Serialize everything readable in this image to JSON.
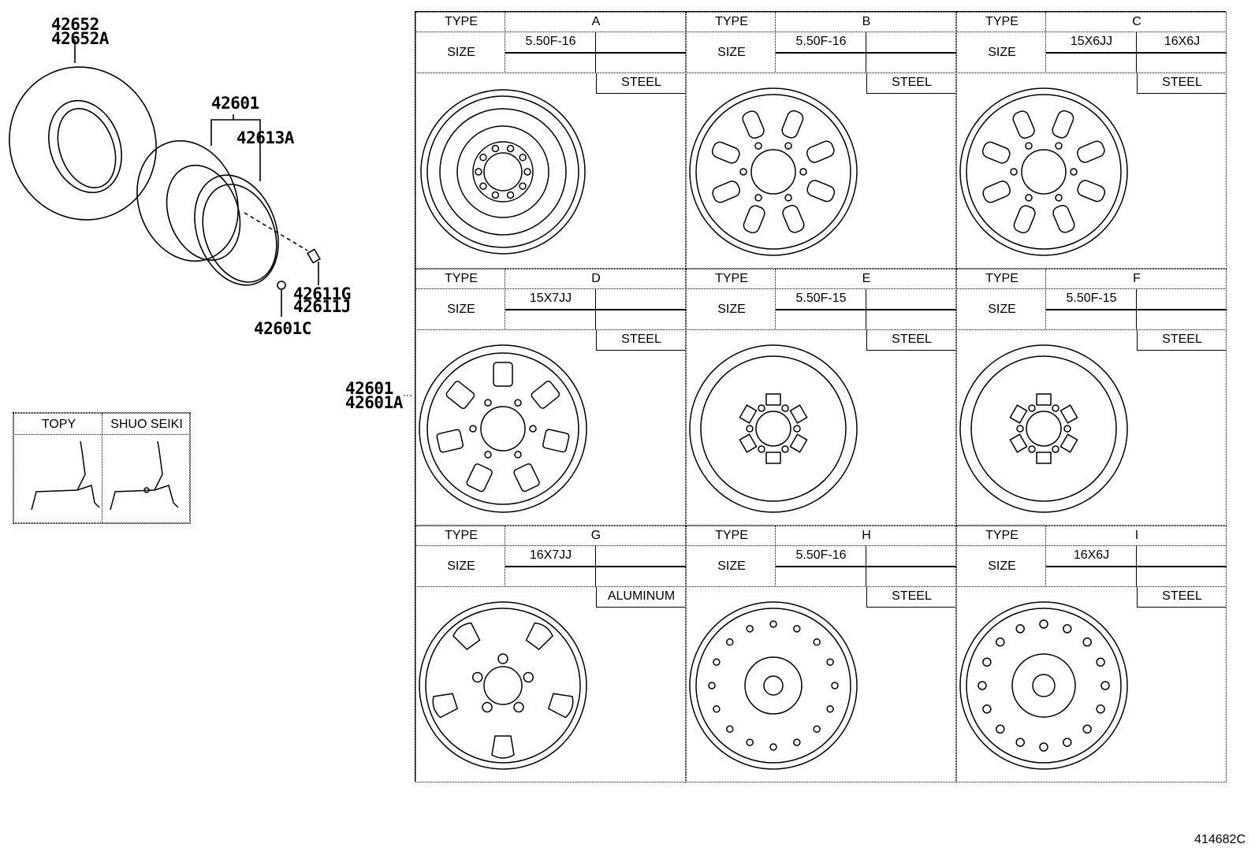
{
  "callouts": {
    "tire": [
      "42652",
      "42652A"
    ],
    "wheel": "42601",
    "rim_band": "42613A",
    "valve": [
      "42611G",
      "42611J"
    ],
    "cap": "42601C",
    "wheel_types": [
      "42601",
      "42601A"
    ]
  },
  "manufacturers": {
    "headers": [
      "TOPY",
      "SHUO SEIKI"
    ]
  },
  "table": {
    "type_label": "TYPE",
    "size_label": "SIZE",
    "panels": [
      {
        "type": "A",
        "size1": "5.50F-16",
        "size2": "",
        "material": "STEEL"
      },
      {
        "type": "B",
        "size1": "5.50F-16",
        "size2": "",
        "material": "STEEL"
      },
      {
        "type": "C",
        "size1": "15X6JJ",
        "size2": "16X6J",
        "material": "STEEL"
      },
      {
        "type": "D",
        "size1": "15X7JJ",
        "size2": "",
        "material": "STEEL"
      },
      {
        "type": "E",
        "size1": "5.50F-15",
        "size2": "",
        "material": "STEEL"
      },
      {
        "type": "F",
        "size1": "5.50F-15",
        "size2": "",
        "material": "STEEL"
      },
      {
        "type": "G",
        "size1": "16X7JJ",
        "size2": "",
        "material": "ALUMINUM"
      },
      {
        "type": "H",
        "size1": "5.50F-16",
        "size2": "",
        "material": "STEEL"
      },
      {
        "type": "I",
        "size1": "16X6J",
        "size2": "",
        "material": "STEEL"
      }
    ]
  },
  "diagram_code": "414682C"
}
